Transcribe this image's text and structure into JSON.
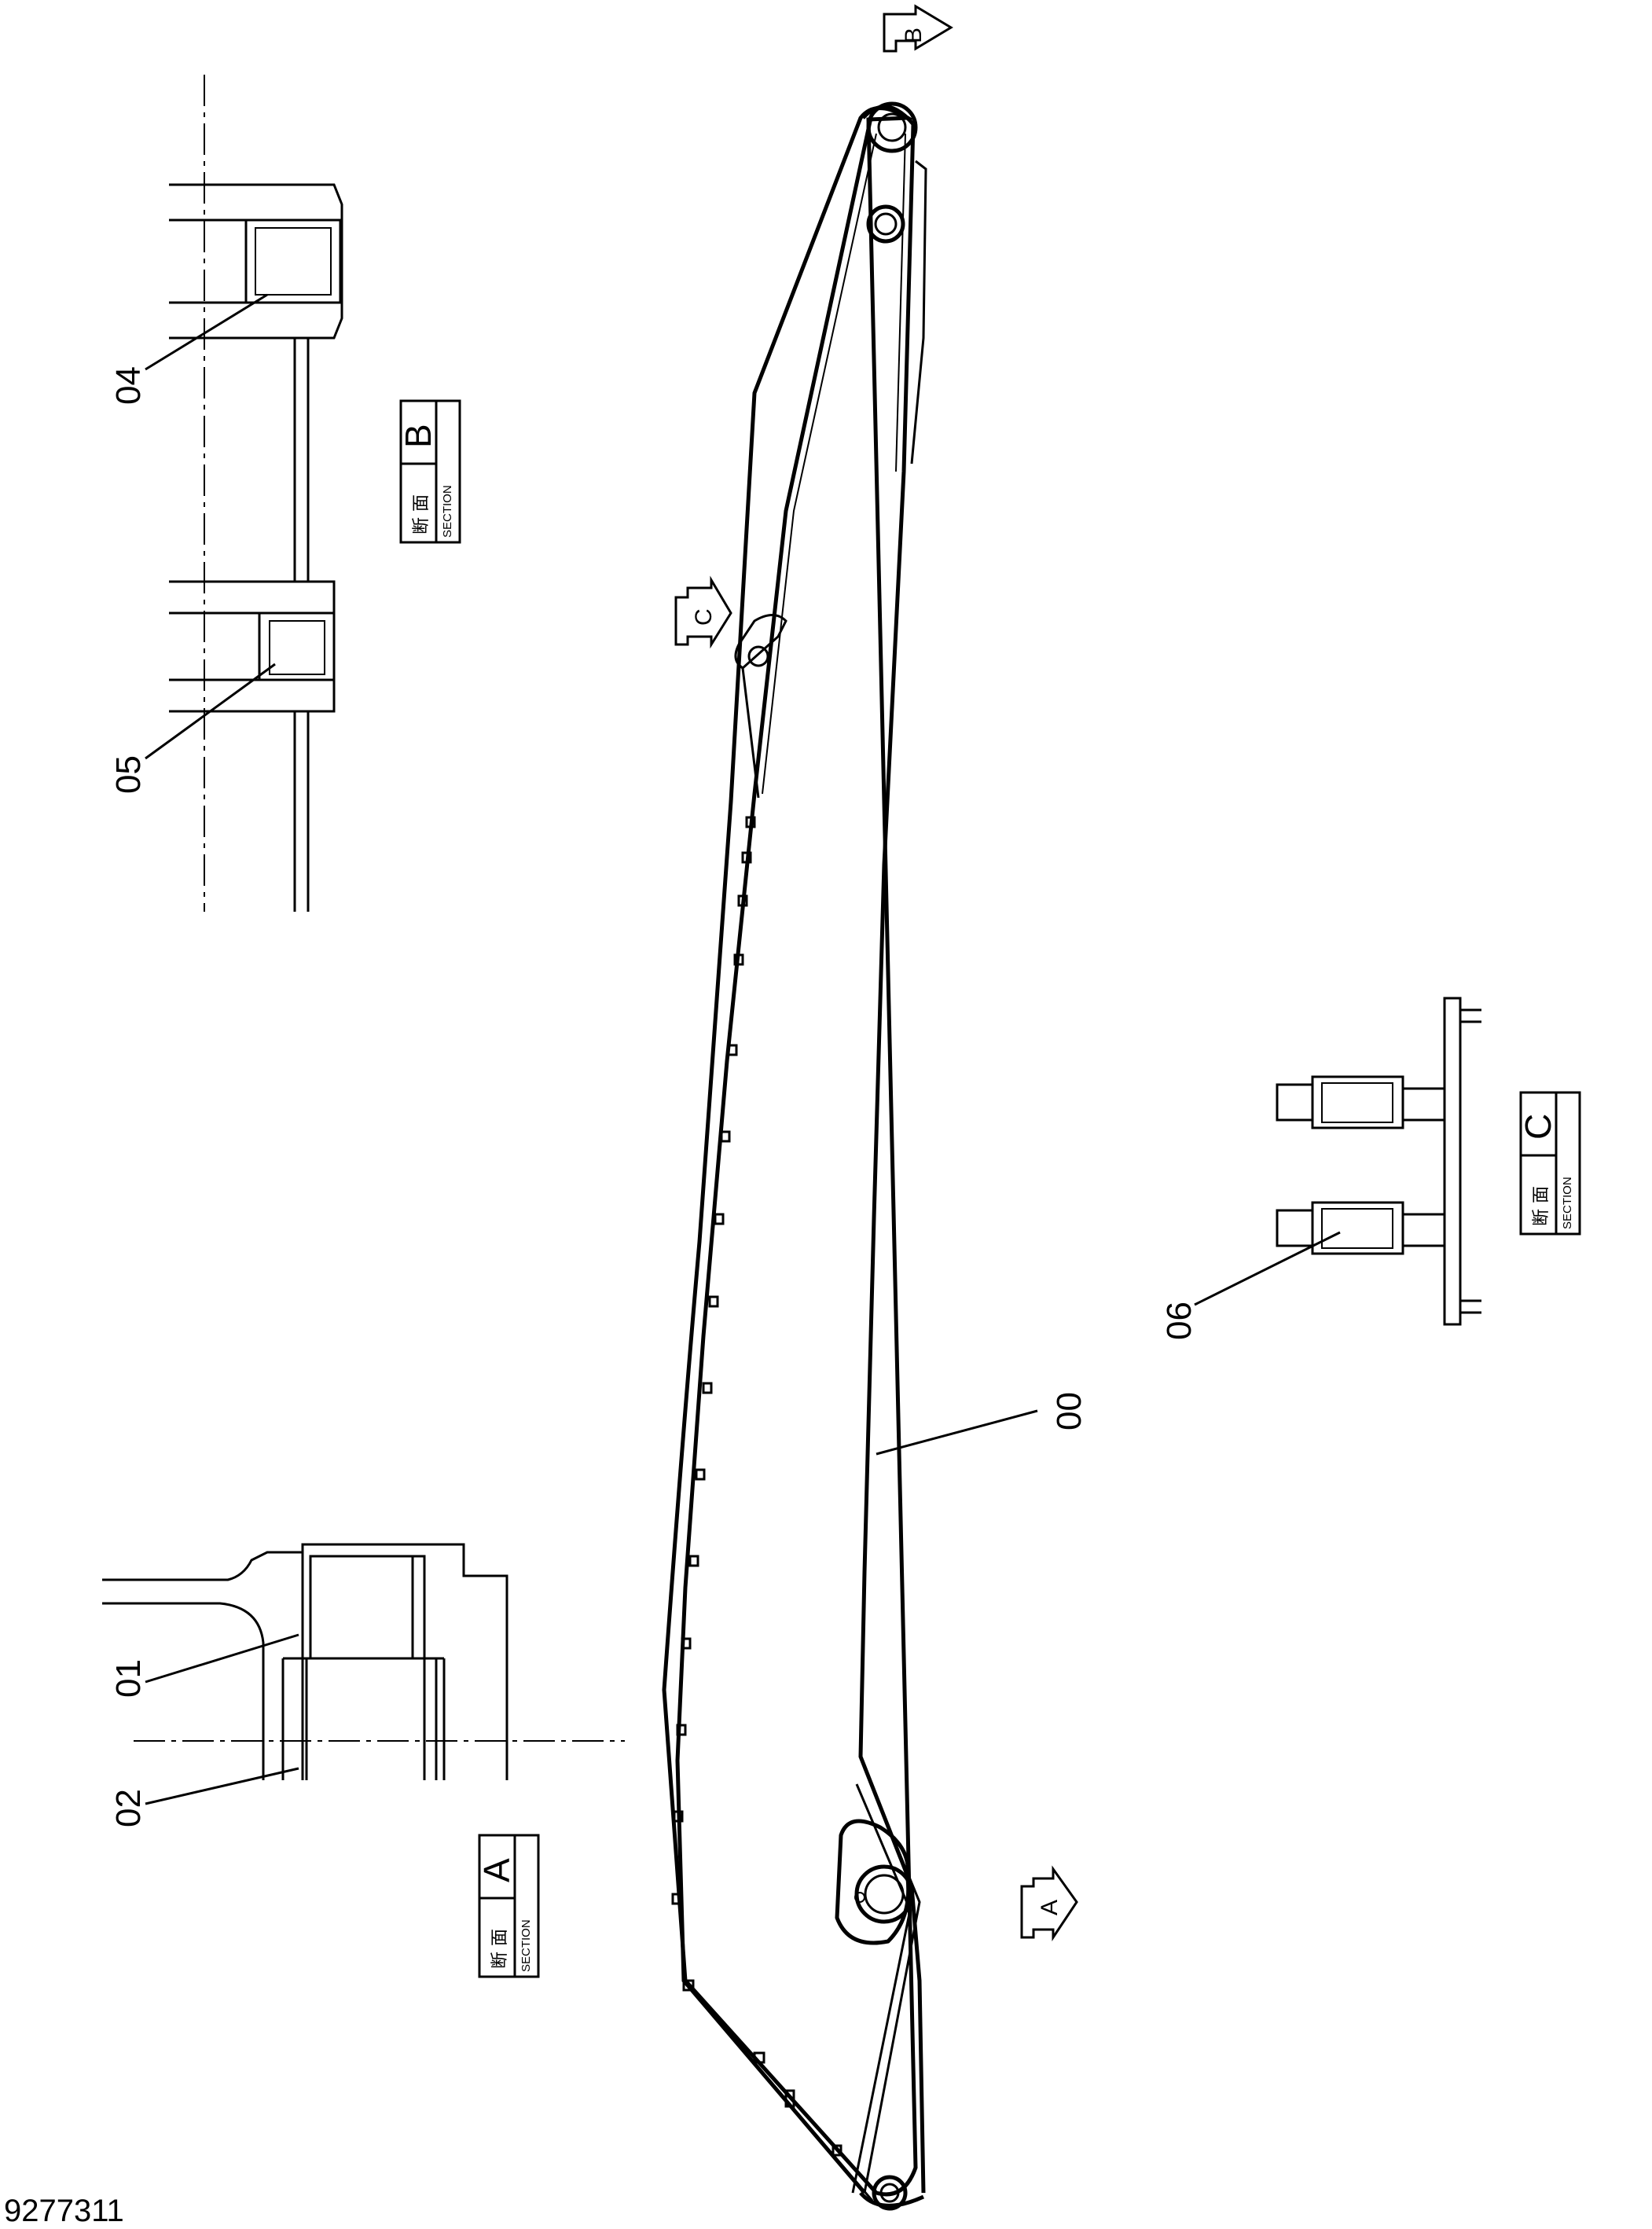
{
  "drawing_number": "9277311",
  "callouts": {
    "p00": "00",
    "p01": "01",
    "p02": "02",
    "p04": "04",
    "p05": "05",
    "p06": "06"
  },
  "section_boxes": {
    "jp_label": "断 面",
    "en_label": "SECTION",
    "a": "A",
    "b": "B",
    "c": "C"
  },
  "view_arrows": {
    "a": "A",
    "b": "B",
    "c": "C"
  }
}
